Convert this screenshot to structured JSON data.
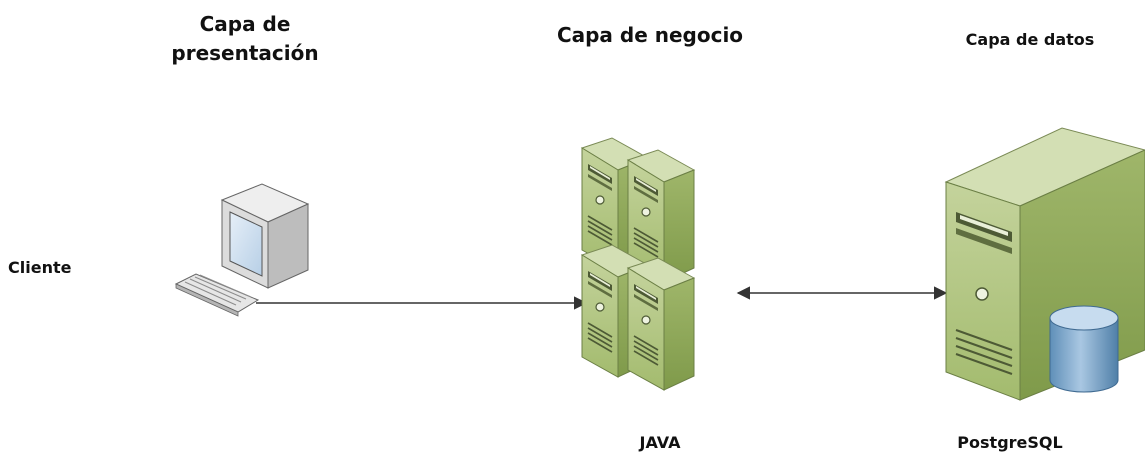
{
  "layers": {
    "presentation_title": "Capa de presentación",
    "business_title": "Capa de negocio",
    "data_title": "Capa de datos"
  },
  "nodes": {
    "client_label": "Cliente",
    "app_server_label": "JAVA",
    "db_server_label": "PostgreSQL"
  },
  "connections": [
    {
      "from": "client",
      "to": "app-server",
      "direction": "one-way"
    },
    {
      "from": "app-server",
      "to": "db-server",
      "direction": "two-way"
    }
  ],
  "colors": {
    "server_green": "#a3bb6e",
    "server_dark": "#7f9a4a",
    "database_blue": "#7ea6c8",
    "monitor_gray": "#d9d9d9",
    "screen_blue": "#c9dcee"
  }
}
